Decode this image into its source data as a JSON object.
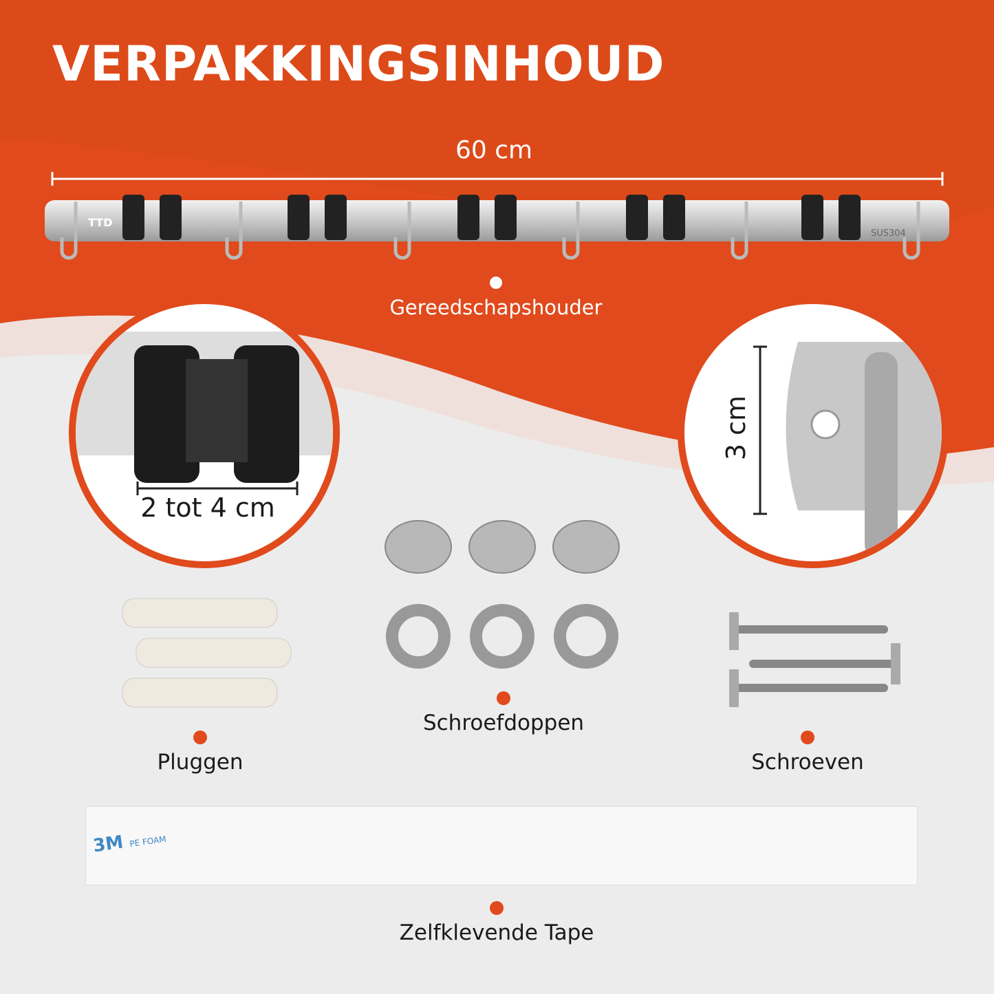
{
  "title": "VERPAKKINGSINHOUD",
  "colors": {
    "accent": "#e04a1c",
    "background": "#ececec"
  },
  "rail": {
    "width_label": "60 cm",
    "brand_mark": "TTD",
    "material_mark": "SUS304",
    "name": "Gereedschapshouder"
  },
  "detail_clamp": {
    "dimension": "2 tot 4 cm"
  },
  "detail_height": {
    "dimension": "3 cm"
  },
  "items": {
    "plugs": "Pluggen",
    "caps": "Schroefdoppen",
    "screws": "Schroeven",
    "tape": "Zelfklevende Tape"
  },
  "tape_print": {
    "brand": "3M",
    "text": "PE FOAM"
  }
}
